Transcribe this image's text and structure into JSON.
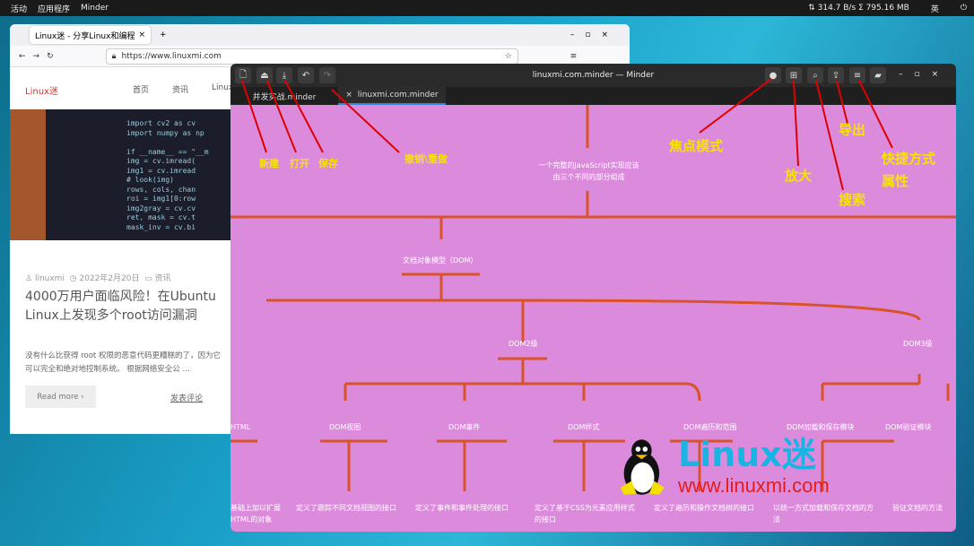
{
  "topbar": {
    "activities": "活动",
    "apps": "应用程序",
    "app": "Minder",
    "net": "⇅ 314.7 B/s Σ 795.16 MB",
    "ime": "英"
  },
  "browser": {
    "tab": "Linux迷 - 分享Linux和编程",
    "url": "https://www.linuxmi.com",
    "logo": "Linux迷",
    "nav": [
      "首页",
      "资讯",
      "Linux"
    ],
    "post": {
      "author": "linuxmi",
      "date": "2022年2月20日",
      "category": "资讯",
      "title": "4000万用户面临风险！在Ubuntu Linux上发现多个root访问漏洞",
      "excerpt": "没有什么比获得 root 权限的恶意代码更糟糕的了，因为它可以完全和绝对地控制系统。 根据网络安全公 …",
      "read_more": "Read more",
      "comment": "发表评论"
    },
    "code": [
      "import cv2 as cv",
      "import numpy as np",
      "",
      "if __name__ == \"__m",
      "    img = cv.imread(",
      "    img1 = cv.imread",
      "    # look(img)",
      "    rows, cols, chan",
      "    roi = img1[0:row",
      "    img2gray = cv.cv",
      "    ret, mask = cv.t",
      "    mask_inv = cv.bi"
    ]
  },
  "minder": {
    "title": "linuxmi.com.minder — Minder",
    "tabs": [
      "并发实战.minder",
      "linuxmi.com.minder"
    ],
    "root": "一个完整的JavaScript实现应该由三个不同的部分组成",
    "dom": "文档对象模型（DOM）",
    "dom2": "DOM2级",
    "dom3": "DOM3级",
    "children": [
      "HTML",
      "DOM视图",
      "DOM事件",
      "DOM样式",
      "DOM遍历和范围",
      "DOM加载和保存模块",
      "DOM验证模块"
    ],
    "leaves": [
      "基础上加以扩展HTML的对象",
      "定义了跟踪不同文档视图的接口",
      "定义了事件和事件处理的接口",
      "定义了基于CSS为元素应用样式的接口",
      "定义了遍历和操作文档树的接口",
      "以统一方式加载和保存文档的方法",
      "验证文档的方法"
    ]
  },
  "annotations": {
    "new": "新建",
    "open": "打开",
    "save": "保存",
    "undo_redo": "撤销\\重做",
    "focus": "焦点模式",
    "zoom": "放大",
    "export": "导出",
    "search": "搜索",
    "shortcuts": "快捷方式",
    "properties": "属性"
  },
  "watermark": {
    "brand": "Linux迷",
    "url": "www.linuxmi.com"
  },
  "colors": {
    "canvas": "#dc8bdc",
    "branch": "#d9532a",
    "annotation": "#f5e400",
    "arrow": "#e00000"
  }
}
